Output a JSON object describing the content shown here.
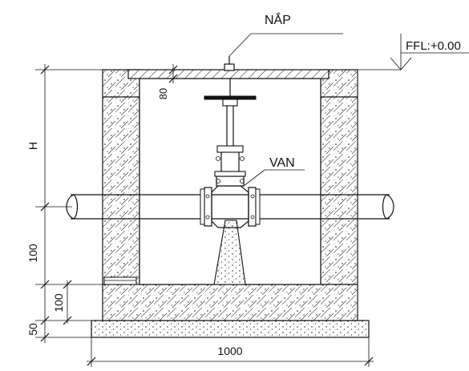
{
  "labels": {
    "cover": "NẮP",
    "valve": "VAN",
    "floor_level": "FFL:+0.00"
  },
  "dimensions": {
    "cover_thickness": "80",
    "height": "H",
    "pipe_clearance": "100",
    "base_slab": "100",
    "footing": "50",
    "width": "1000"
  },
  "colors": {
    "line": "#111111",
    "background": "#ffffff"
  }
}
